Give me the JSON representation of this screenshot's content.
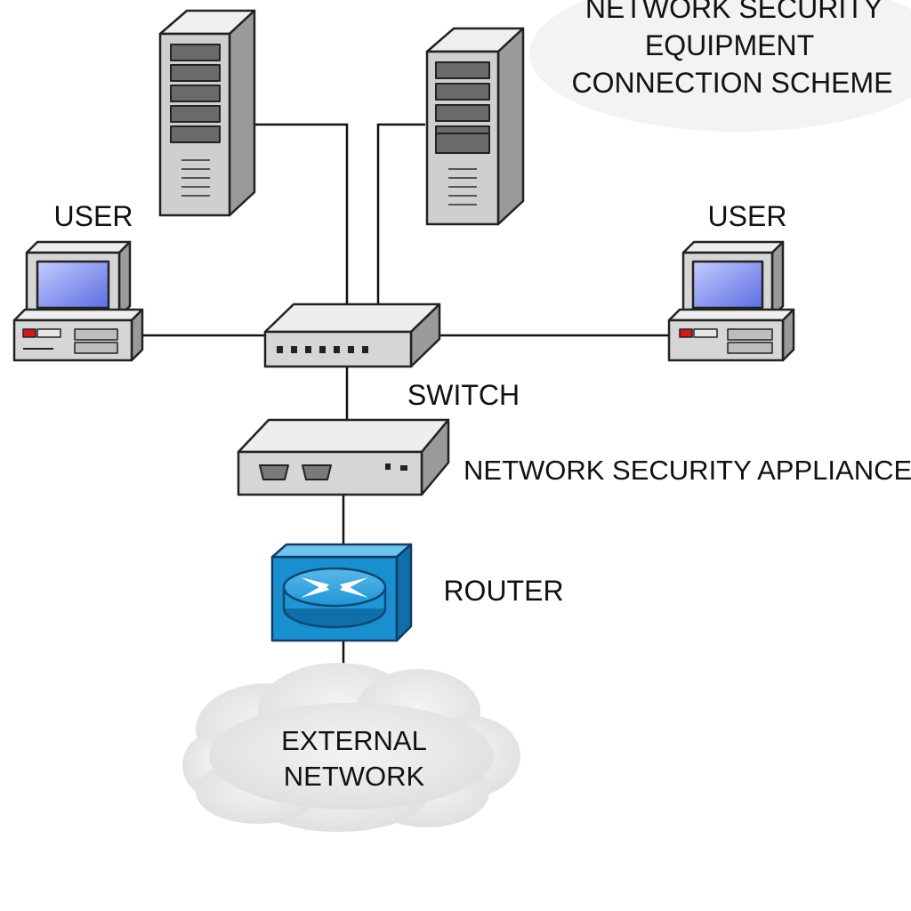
{
  "title": {
    "line1": "NETWORK SECURITY",
    "line2": "EQUIPMENT",
    "line3": "CONNECTION SCHEME"
  },
  "labels": {
    "user_left": "USER",
    "user_right": "USER",
    "switch": "SWITCH",
    "appliance": "NETWORK SECURITY APPLIANCE",
    "router": "ROUTER",
    "cloud_line1": "EXTERNAL",
    "cloud_line2": "NETWORK"
  },
  "colors": {
    "router_blue": "#1a8fd0",
    "screen_blue": "#8f9cf0",
    "device_gray": "#d8d8d8",
    "cloud_gray": "#e9e9e9",
    "indicator_red": "#d11a1a"
  }
}
